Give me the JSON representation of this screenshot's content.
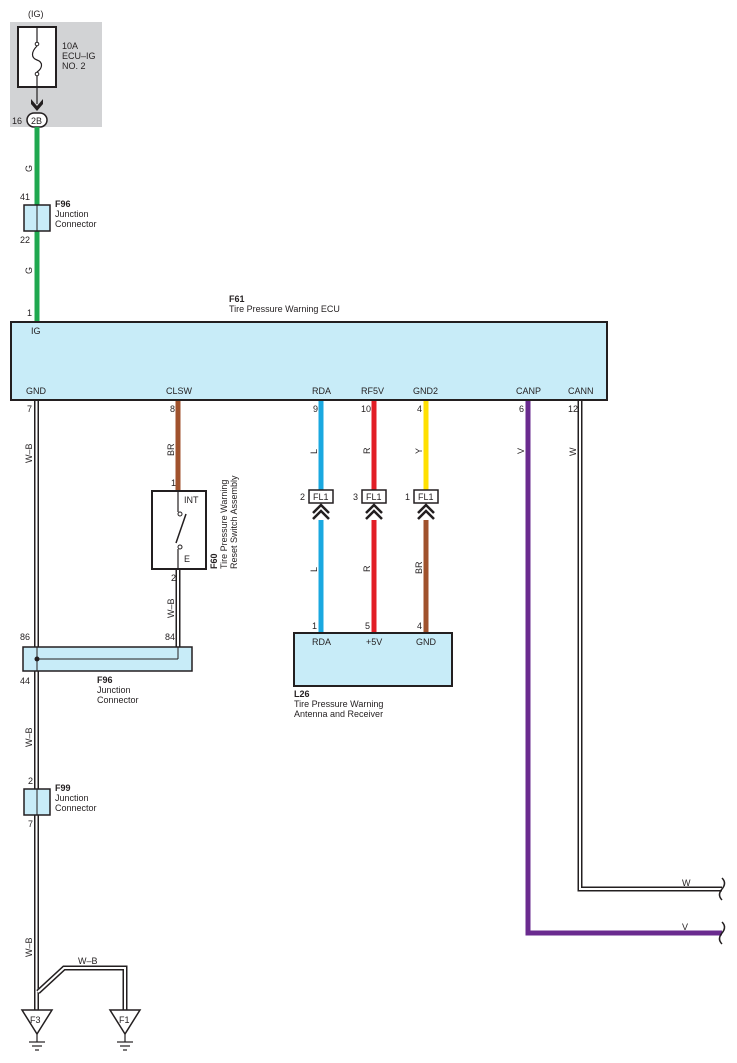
{
  "colors": {
    "green": "#1fa84f",
    "brown": "#a0522d",
    "blue": "#1aa8e0",
    "red": "#e21e26",
    "yellow": "#ffe000",
    "purple": "#6a2b8f",
    "box_fill": "#c8ecf8",
    "fuse_bg": "#d2d3d5"
  },
  "power": {
    "source": "(IG)",
    "fuse_rating": "10A",
    "fuse_name_1": "ECU–IG",
    "fuse_name_2": "NO. 2",
    "pin": "16",
    "connector": "2B"
  },
  "wire_codes": {
    "green_upper": "G",
    "green_lower": "G",
    "gnd_main": "W–B",
    "gnd_mid": "W–B",
    "gnd_lower": "W–B",
    "gnd_branch": "W–B",
    "switch_gnd": "W–B",
    "clsw": "BR",
    "rda_upper": "L",
    "rda_lower": "L",
    "rf5v_upper": "R",
    "rf5v_lower": "R",
    "gnd2_upper": "Y",
    "gnd2_lower": "BR",
    "canp": "V",
    "cann": "W",
    "cann_out": "W",
    "canp_out": "V"
  },
  "f96_top": {
    "id": "F96",
    "line1": "Junction",
    "line2": "Connector",
    "pin_in": "41",
    "pin_out": "22"
  },
  "ecu": {
    "id": "F61",
    "name": "Tire Pressure Warning ECU",
    "pin_ig": "1",
    "term_ig": "IG",
    "terminals": [
      {
        "pin": "7",
        "name": "GND"
      },
      {
        "pin": "8",
        "name": "CLSW"
      },
      {
        "pin": "9",
        "name": "RDA"
      },
      {
        "pin": "10",
        "name": "RF5V"
      },
      {
        "pin": "4",
        "name": "GND2"
      },
      {
        "pin": "6",
        "name": "CANP"
      },
      {
        "pin": "12",
        "name": "CANN"
      }
    ]
  },
  "switch": {
    "id": "F60",
    "line1": "Tire Pressure Warning",
    "line2": "Reset Switch Assembly",
    "pin_top": "1",
    "pin_bottom": "2",
    "term_top": "INT",
    "term_bottom": "E"
  },
  "fl1": [
    {
      "pin": "2",
      "name": "FL1"
    },
    {
      "pin": "3",
      "name": "FL1"
    },
    {
      "pin": "1",
      "name": "FL1"
    }
  ],
  "receiver": {
    "id": "L26",
    "line1": "Tire Pressure Warning",
    "line2": "Antenna and Receiver",
    "terminals": [
      {
        "pin": "1",
        "name": "RDA"
      },
      {
        "pin": "5",
        "name": "+5V"
      },
      {
        "pin": "4",
        "name": "GND"
      }
    ]
  },
  "f96_mid": {
    "id": "F96",
    "line1": "Junction",
    "line2": "Connector",
    "pin_left": "86",
    "pin_right": "84",
    "pin_out": "44"
  },
  "f99": {
    "id": "F99",
    "line1": "Junction",
    "line2": "Connector",
    "pin_in": "2",
    "pin_out": "7"
  },
  "grounds": [
    {
      "name": "F3"
    },
    {
      "name": "F1"
    }
  ]
}
